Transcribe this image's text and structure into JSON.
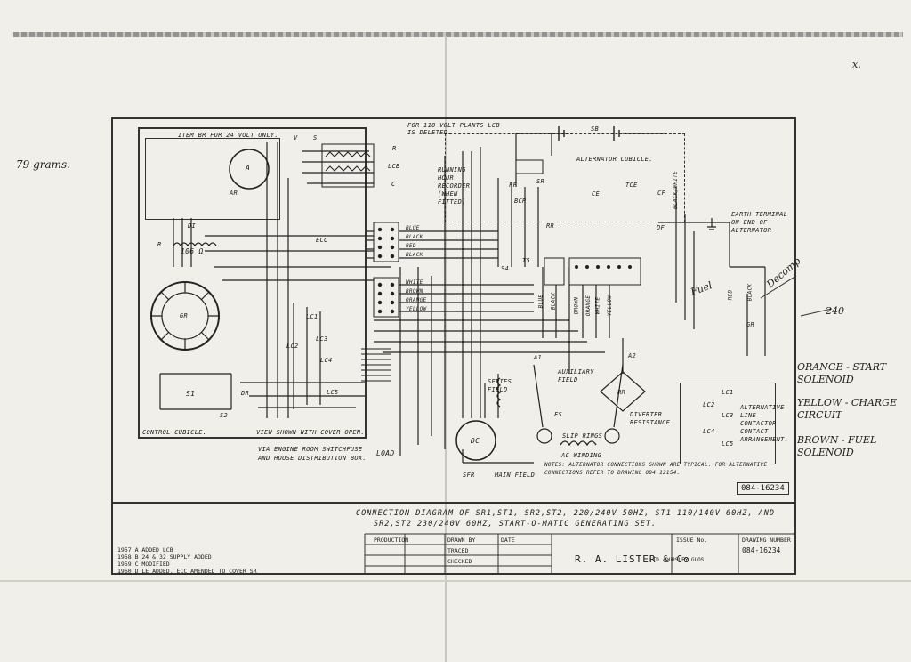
{
  "margin_notes": {
    "left": "79 grams.",
    "top_right_mark": "x."
  },
  "drawing": {
    "note_top": "FOR 110 VOLT PLANTS LCB IS DELETED.",
    "item_br": "ITEM BR FOR 24 VOLT ONLY.",
    "control_cubicle": "CONTROL CUBICLE.",
    "view_shown": "VIEW SHOWN WITH COVER OPEN.",
    "via_engine": "VIA ENGINE ROOM SWITCHFUSE AND HOUSE DISTRIBUTION BOX.",
    "load": "LOAD",
    "running_hour": "RUNNING HOUR RECORDER (WHEN FITTED)",
    "alternator_cubicle": "ALTERNATOR CUBICLE.",
    "earth_terminal": "EARTH TERMINAL ON END OF ALTERNATOR",
    "series_field": "SERIES FIELD",
    "main_field": "MAIN FIELD",
    "sfr": "SFR",
    "auxiliary_field": "AUXILIARY FIELD",
    "diverter": "DIVERTER RESISTANCE.",
    "slip_rings": "SLIP RINGS",
    "ac_winding": "AC WINDING",
    "notes": "NOTES: ALTERNATOR CONNECTIONS SHOWN ARE TYPICAL. FOR ALTERNATIVE CONNECTIONS REFER TO DRAWING 084 12154.",
    "alternative": "ALTERNATIVE LINE CONTACTOR CONTACT ARRANGEMENT.",
    "drawing_ref": "084-16234",
    "resistor_value": "106 Ω",
    "term_labels_left": [
      "BLUE",
      "BLACK",
      "RED",
      "BLACK"
    ],
    "term_labels_left2": [
      "WHITE",
      "BROWN",
      "ORANGE",
      "YELLOW"
    ],
    "cable_colours": [
      "BLUE",
      "BLACK",
      "BROWN",
      "ORANGE",
      "WHITE",
      "YELLOW"
    ],
    "black_white": "BLACK/WHITE",
    "red": "RED",
    "black": "BLACK",
    "component_tags": [
      "V",
      "S",
      "R",
      "LCB",
      "C",
      "A",
      "AR",
      "DI",
      "R",
      "ECC",
      "GR",
      "LC1",
      "LC2",
      "LC3",
      "LC4",
      "LC5",
      "S1",
      "DR",
      "S2",
      "SB",
      "FF",
      "SR",
      "BCR",
      "RR",
      "CE",
      "CF",
      "TCE",
      "DF",
      "S4",
      "T5",
      "A1",
      "A2",
      "FS",
      "DC",
      "LE",
      "RR",
      "LC1",
      "LC2",
      "LC3",
      "LC4",
      "LC5",
      "GR"
    ]
  },
  "handwritten": {
    "decomp": "Decomp",
    "fuel": "Fuel",
    "v240": "240",
    "orange": "ORANGE - START SOLENOID",
    "yellow": "YELLOW - CHARGE CIRCUIT",
    "brown": "BROWN - FUEL SOLENOID"
  },
  "title_block": {
    "title_line1": "CONNECTION DIAGRAM OF SR1,ST1, SR2,ST2, 220/240V 50HZ, ST1 110/140V 60HZ, AND",
    "title_line2": "SR2,ST2 230/240V 60HZ, START-O-MATIC GENERATING SET.",
    "production": "PRODUCTION",
    "drawn_by": "DRAWN BY",
    "traced": "TRACED",
    "checked": "CHECKED",
    "date": "DATE",
    "firm": "R. A. LISTER & Co",
    "firm_suffix": "LTD. DURSLEY GLOS",
    "issue": "ISSUE No.",
    "drawing_number_label": "DRAWING NUMBER",
    "drawing_number": "084-16234",
    "revisions": [
      "1957 A  ADDED LCB",
      "1958  B  24 & 32 SUPPLY ADDED",
      "1959  C  MODIFIED",
      "1960  D  LE ADDED, ECC AMENDED TO COVER SR"
    ]
  }
}
